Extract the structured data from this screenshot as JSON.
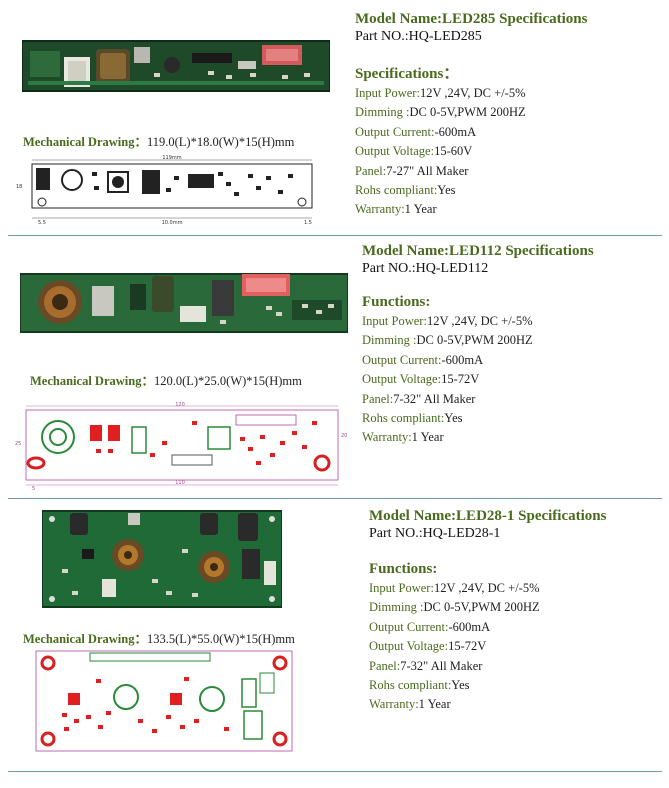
{
  "products": [
    {
      "model_name": "Model Name:LED285  Specifications",
      "part_no": "Part NO.:HQ-LED285",
      "heading": "Specifications：",
      "mech_label": "Mechanical Drawing：",
      "mech_value": "119.0(L)*18.0(W)*15(H)mm",
      "drawing_dims": {
        "length": "119mm",
        "width": "18",
        "left": "5.5",
        "middle": "10.0mm",
        "right": "1.5"
      },
      "specs": [
        {
          "label": "Input  Power:",
          "value": "12V ,24V, DC +/-5%"
        },
        {
          "label": "Dimming  :",
          "value": "DC 0-5V,PWM 200HZ"
        },
        {
          "label": "Output Current:",
          "value": "-600mA"
        },
        {
          "label": "Output Voltage:",
          "value": "15-60V"
        },
        {
          "label": "Panel:",
          "value": "7-27\" All Maker"
        },
        {
          "label": "Rohs compliant:",
          "value": "Yes"
        },
        {
          "label": "Warranty:",
          "value": "1 Year"
        }
      ]
    },
    {
      "model_name": "Model Name:LED112  Specifications",
      "part_no": "Part NO.:HQ-LED112",
      "heading": "Functions:",
      "mech_label": "Mechanical Drawing：",
      "mech_value": "120.0(L)*25.0(W)*15(H)mm",
      "drawing_dims": {
        "length": "120",
        "width": "25",
        "right": "20",
        "bottom": "110",
        "small": "5"
      },
      "specs": [
        {
          "label": "Input  Power:",
          "value": "12V ,24V, DC +/-5%"
        },
        {
          "label": "Dimming  :",
          "value": "DC 0-5V,PWM 200HZ"
        },
        {
          "label": "Output Current:",
          "value": "-600mA"
        },
        {
          "label": "Output Voltage:",
          "value": "15-72V"
        },
        {
          "label": "Panel:",
          "value": "7-32\" All Maker"
        },
        {
          "label": "Rohs compliant:",
          "value": "Yes"
        },
        {
          "label": "Warranty:",
          "value": "1 Year"
        }
      ]
    },
    {
      "model_name": "Model Name:LED28-1  Specifications",
      "part_no": "Part NO.:HQ-LED28-1",
      "heading": "Functions:",
      "mech_label": "Mechanical Drawing：",
      "mech_value": "133.5(L)*55.0(W)*15(H)mm",
      "specs": [
        {
          "label": "Input  Power:",
          "value": "12V ,24V, DC +/-5%"
        },
        {
          "label": "Dimming  :",
          "value": "DC 0-5V,PWM 200HZ"
        },
        {
          "label": "Output Current:",
          "value": "-600mA"
        },
        {
          "label": "Output Voltage:",
          "value": "15-72V"
        },
        {
          "label": "Panel:",
          "value": "7-32\" All Maker"
        },
        {
          "label": "Rohs compliant:",
          "value": "Yes"
        },
        {
          "label": "Warranty:",
          "value": "1 Year"
        }
      ]
    }
  ]
}
